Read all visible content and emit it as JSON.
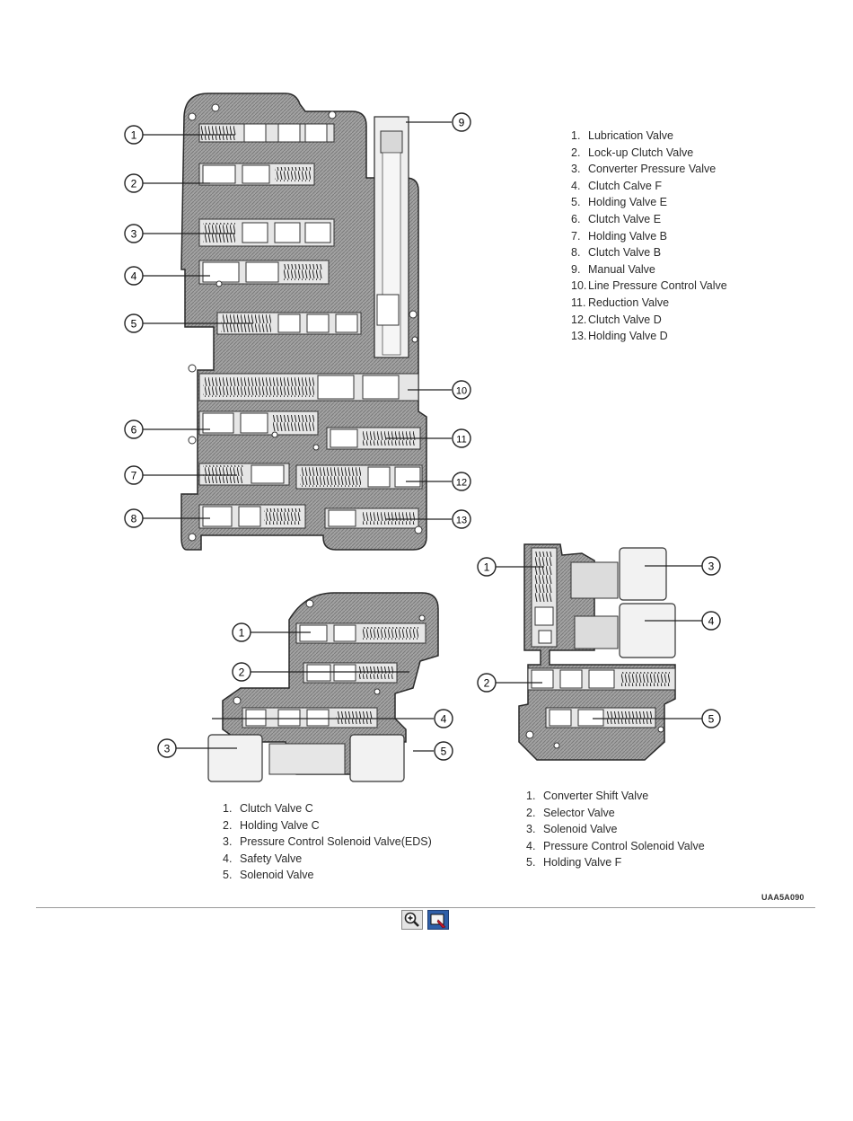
{
  "legend_top_right": [
    {
      "num": "1.",
      "label": "Lubrication Valve"
    },
    {
      "num": "2.",
      "label": "Lock-up Clutch Valve"
    },
    {
      "num": "3.",
      "label": "Converter Pressure Valve"
    },
    {
      "num": "4.",
      "label": "Clutch Calve F"
    },
    {
      "num": "5.",
      "label": "Holding Valve E"
    },
    {
      "num": "6.",
      "label": "Clutch Valve E"
    },
    {
      "num": "7.",
      "label": "Holding Valve B"
    },
    {
      "num": "8.",
      "label": "Clutch Valve B"
    },
    {
      "num": "9.",
      "label": "Manual Valve"
    },
    {
      "num": "10.",
      "label": "Line Pressure Control Valve"
    },
    {
      "num": "11.",
      "label": "Reduction Valve"
    },
    {
      "num": "12.",
      "label": "Clutch Valve D"
    },
    {
      "num": "13.",
      "label": "Holding Valve D"
    }
  ],
  "legend_bottom_left": [
    {
      "num": "1.",
      "label": "Clutch Valve C"
    },
    {
      "num": "2.",
      "label": "Holding Valve C"
    },
    {
      "num": "3.",
      "label": "Pressure Control Solenoid Valve(EDS)"
    },
    {
      "num": "4.",
      "label": "Safety Valve"
    },
    {
      "num": "5.",
      "label": "Solenoid Valve"
    }
  ],
  "legend_bottom_right": [
    {
      "num": "1.",
      "label": "Converter Shift Valve"
    },
    {
      "num": "2.",
      "label": "Selector Valve"
    },
    {
      "num": "3.",
      "label": "Solenoid Valve"
    },
    {
      "num": "4.",
      "label": "Pressure Control Solenoid Valve"
    },
    {
      "num": "5.",
      "label": "Holding Valve F"
    }
  ],
  "callouts_main": [
    "1",
    "2",
    "3",
    "4",
    "5",
    "6",
    "7",
    "8",
    "9",
    "10",
    "11",
    "12",
    "13"
  ],
  "callouts_lower_left": [
    "1",
    "2",
    "3",
    "4",
    "5"
  ],
  "callouts_lower_right": [
    "1",
    "2",
    "3",
    "4",
    "5"
  ],
  "figure_code": "UAA5A090",
  "toolbar": {
    "zoom_icon": "zoom-in-icon",
    "view_icon": "window-select-icon"
  },
  "colors": {
    "body": "#9c9c9c",
    "bore": "#e6e6e6",
    "outline": "#2a2a2a",
    "view_button": "#2f5fa8",
    "pointer": "#c0182a"
  }
}
